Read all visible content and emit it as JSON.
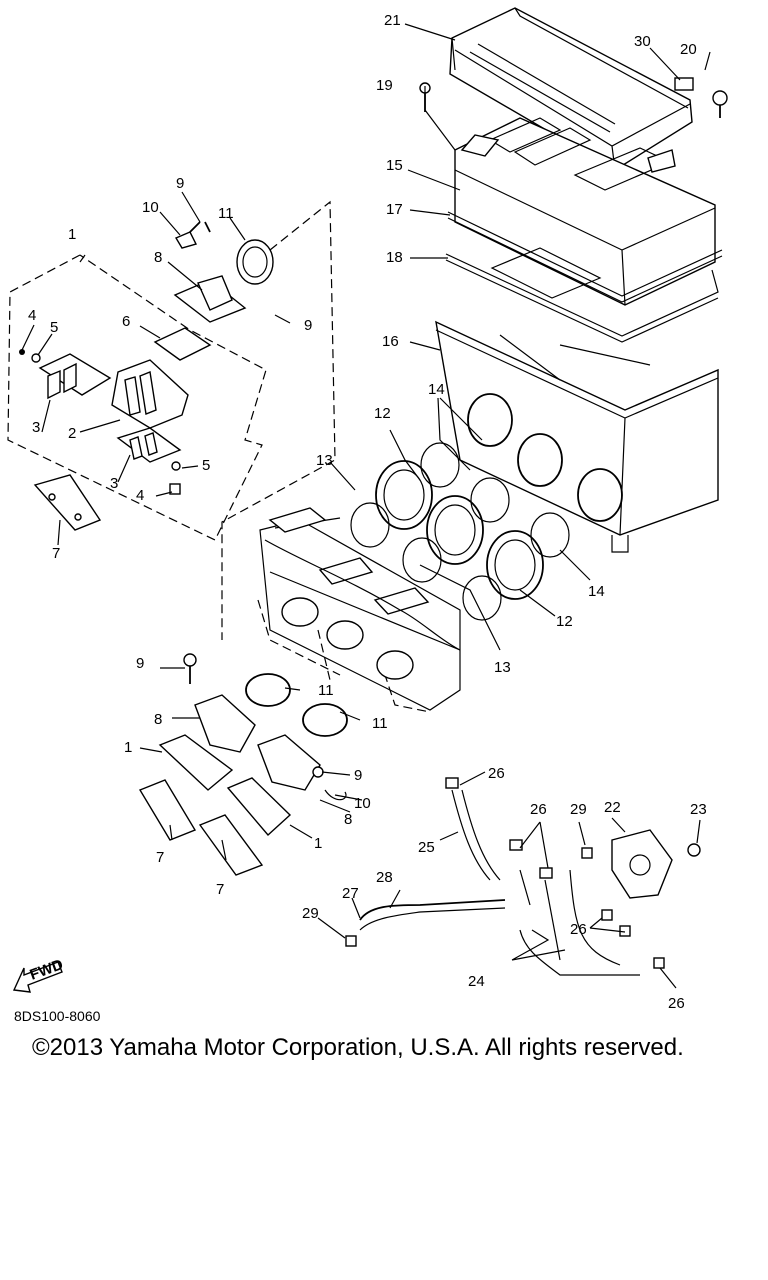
{
  "diagram": {
    "callouts": {
      "c1a": "1",
      "c1b": "1",
      "c1c": "1",
      "c2": "2",
      "c3a": "3",
      "c3b": "3",
      "c4a": "4",
      "c4b": "4",
      "c5a": "5",
      "c5b": "5",
      "c6": "6",
      "c7a": "7",
      "c7b": "7",
      "c7c": "7",
      "c8a": "8",
      "c8b": "8",
      "c8c": "8",
      "c9a": "9",
      "c9b": "9",
      "c9c": "9",
      "c9d": "9",
      "c10a": "10",
      "c10b": "10",
      "c11a": "11",
      "c11b": "11",
      "c11c": "11",
      "c12a": "12",
      "c12b": "12",
      "c13a": "13",
      "c13b": "13",
      "c14a": "14",
      "c14b": "14",
      "c15": "15",
      "c16": "16",
      "c17": "17",
      "c18": "18",
      "c19": "19",
      "c20": "20",
      "c21": "21",
      "c22": "22",
      "c23": "23",
      "c24": "24",
      "c25": "25",
      "c26a": "26",
      "c26b": "26",
      "c26c": "26",
      "c26d": "26",
      "c27": "27",
      "c28": "28",
      "c29a": "29",
      "c29b": "29",
      "c30": "30"
    },
    "fwd_label": "FWD"
  },
  "footer": {
    "diagram_code": "8DS100-8060",
    "copyright": "©2013 Yamaha Motor Corporation, U.S.A. All rights reserved."
  }
}
